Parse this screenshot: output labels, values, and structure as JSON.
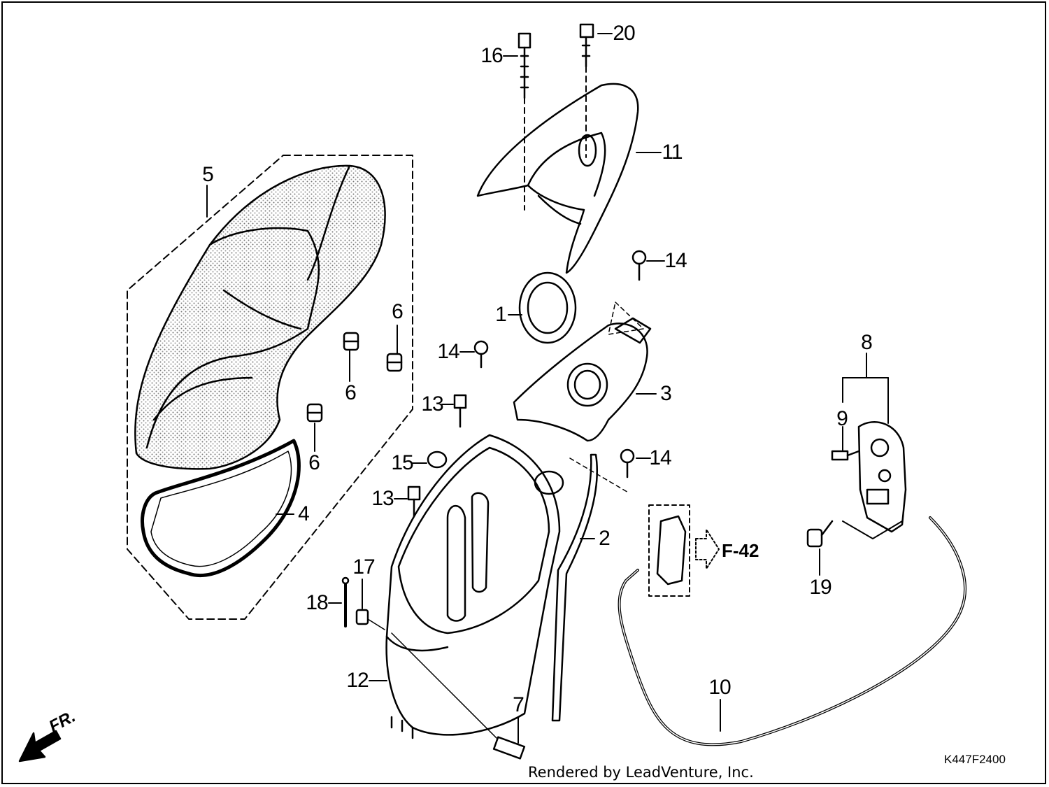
{
  "diagram": {
    "callouts": [
      {
        "id": "c1",
        "label": "1"
      },
      {
        "id": "c2",
        "label": "2"
      },
      {
        "id": "c3",
        "label": "3"
      },
      {
        "id": "c4",
        "label": "4"
      },
      {
        "id": "c5",
        "label": "5"
      },
      {
        "id": "c6a",
        "label": "6"
      },
      {
        "id": "c6b",
        "label": "6"
      },
      {
        "id": "c6c",
        "label": "6"
      },
      {
        "id": "c7",
        "label": "7"
      },
      {
        "id": "c8",
        "label": "8"
      },
      {
        "id": "c9",
        "label": "9"
      },
      {
        "id": "c10",
        "label": "10"
      },
      {
        "id": "c11",
        "label": "11"
      },
      {
        "id": "c12",
        "label": "12"
      },
      {
        "id": "c13a",
        "label": "13"
      },
      {
        "id": "c13b",
        "label": "13"
      },
      {
        "id": "c14a",
        "label": "14"
      },
      {
        "id": "c14b",
        "label": "14"
      },
      {
        "id": "c14c",
        "label": "14"
      },
      {
        "id": "c15",
        "label": "15"
      },
      {
        "id": "c16",
        "label": "16"
      },
      {
        "id": "c17",
        "label": "17"
      },
      {
        "id": "c18",
        "label": "18"
      },
      {
        "id": "c19",
        "label": "19"
      },
      {
        "id": "c20",
        "label": "20"
      }
    ],
    "reference": "F-42",
    "direction": "FR.",
    "drawing_code": "K447F2400",
    "credit": "Rendered by LeadVenture, Inc."
  }
}
